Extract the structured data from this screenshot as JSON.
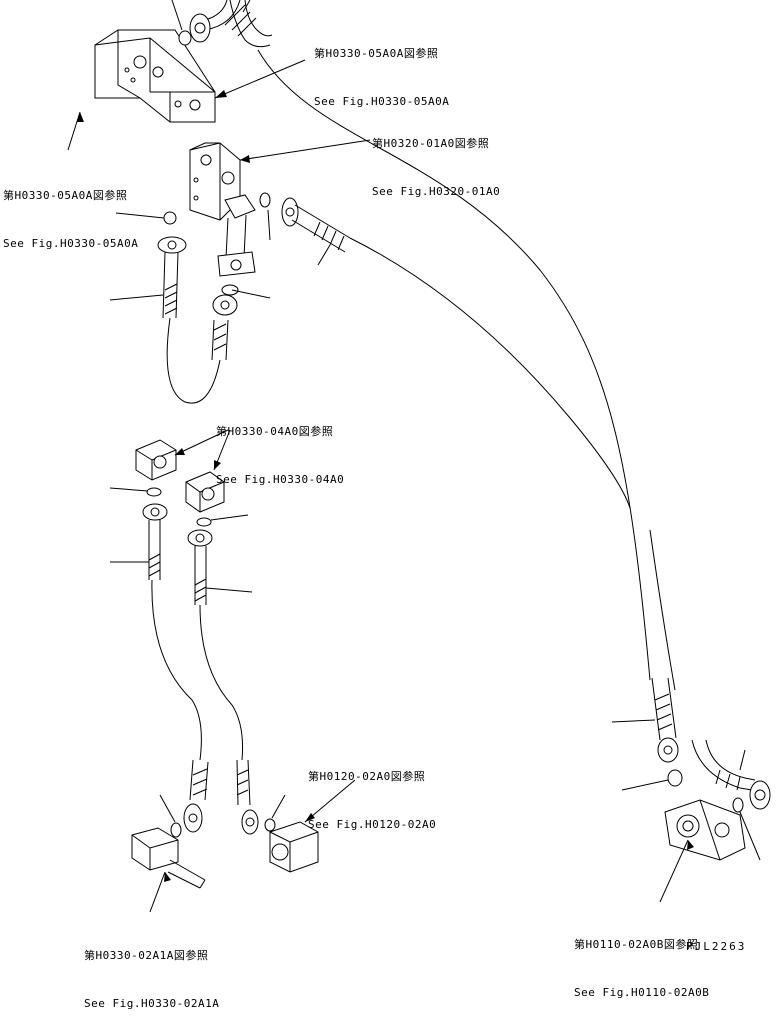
{
  "references": [
    {
      "id": "r1",
      "jp": "第H0330-05A0A図参照",
      "en": "See Fig.H0330-05A0A"
    },
    {
      "id": "r2",
      "jp": "第H0330-05A0A図参照",
      "en": "See Fig.H0330-05A0A"
    },
    {
      "id": "r3",
      "jp": "第H0320-01A0図参照",
      "en": "See Fig.H0320-01A0"
    },
    {
      "id": "r4",
      "jp": "第H0330-04A0図参照",
      "en": "See Fig.H0330-04A0"
    },
    {
      "id": "r5",
      "jp": "第H0120-02A0図参照",
      "en": "See Fig.H0120-02A0"
    },
    {
      "id": "r6",
      "jp": "第H0330-02A1A図参照",
      "en": "See Fig.H0330-02A1A"
    },
    {
      "id": "r7",
      "jp": "第H0110-02A0B図参照",
      "en": "See Fig.H0110-02A0B"
    }
  ],
  "drawing_code": "PJL2263"
}
